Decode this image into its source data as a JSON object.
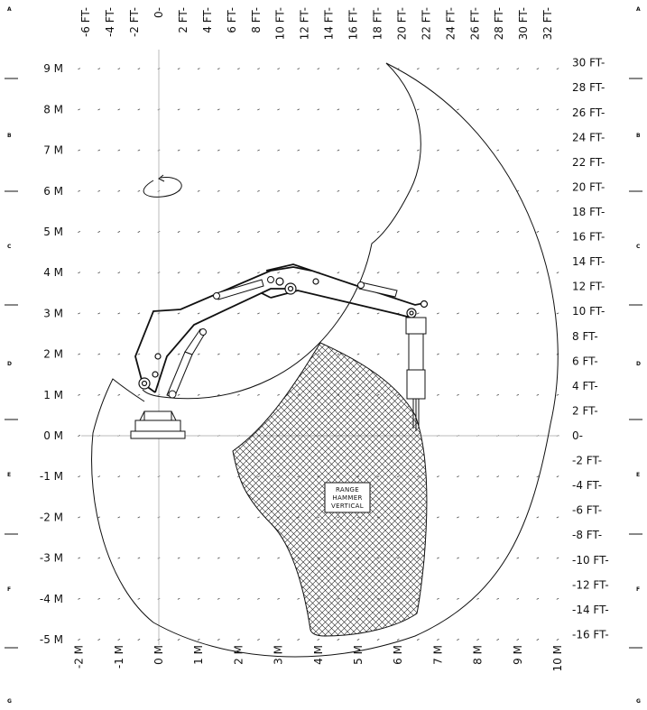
{
  "axes": {
    "meters_y": [
      "9 M",
      "8 M",
      "7 M",
      "6 M",
      "5 M",
      "4 M",
      "3 M",
      "2 M",
      "1 M",
      "0 M",
      "-1 M",
      "-2 M",
      "-3 M",
      "-4 M",
      "-5 M"
    ],
    "meters_x": [
      "-2 M",
      "-1 M",
      "0 M",
      "1 M",
      "2 M",
      "3 M",
      "4 M",
      "5 M",
      "6 M",
      "7 M",
      "8 M",
      "9 M",
      "10 M"
    ],
    "feet_x": [
      "-6 FT-",
      "-4 FT-",
      "-2 FT-",
      "0-",
      "2 FT-",
      "4 FT-",
      "6 FT-",
      "8 FT-",
      "10 FT-",
      "12 FT-",
      "14 FT-",
      "16 FT-",
      "18 FT-",
      "20 FT-",
      "22 FT-",
      "24 FT-",
      "26 FT-",
      "28 FT-",
      "30 FT-",
      "32 FT-"
    ],
    "feet_y": [
      "30 FT-",
      "28 FT-",
      "26 FT-",
      "24 FT-",
      "22 FT-",
      "20 FT-",
      "18 FT-",
      "16 FT-",
      "14 FT-",
      "12 FT-",
      "10 FT-",
      "8 FT-",
      "6 FT-",
      "4 FT-",
      "2 FT-",
      "0-",
      "-2 FT-",
      "-4 FT-",
      "-6 FT-",
      "-8 FT-",
      "-10 FT-",
      "-12 FT-",
      "-14 FT-",
      "-16 FT-"
    ]
  },
  "zones_left": [
    "A",
    "B",
    "C",
    "D",
    "E",
    "F",
    "G"
  ],
  "zones_right": [
    "A",
    "B",
    "C",
    "D",
    "E",
    "F",
    "G"
  ],
  "hatched_region": {
    "label_lines": [
      "RANGE",
      "HAMMER",
      "VERTICAL"
    ]
  },
  "colors": {
    "line": "#111111",
    "grid_dot": "#444444",
    "axis": "#bbbbbb"
  },
  "icons": {
    "rotation": "rotation-arrow-icon"
  }
}
